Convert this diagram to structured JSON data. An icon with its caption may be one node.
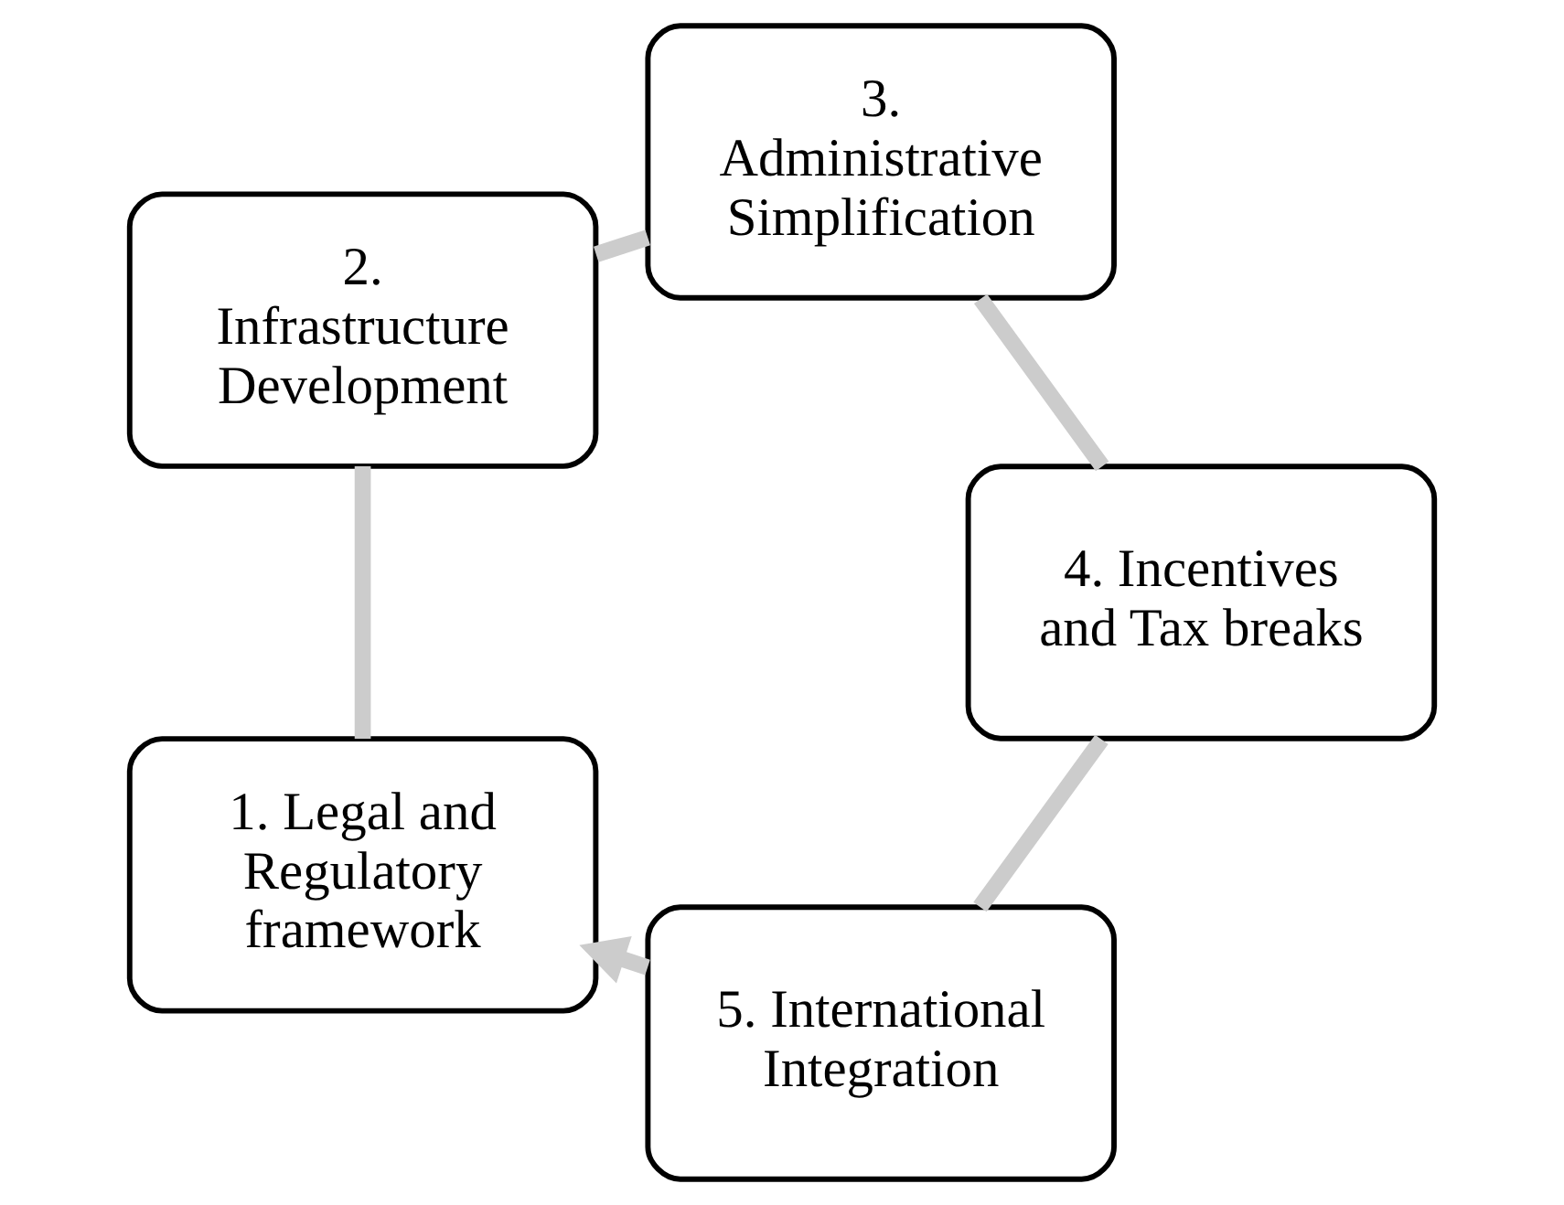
{
  "diagram": {
    "nodes": [
      {
        "text": [
          "1. Legal and Regulatory framework"
        ]
      },
      {
        "text": [
          "2. Infrastructure Development"
        ]
      },
      {
        "text": [
          "3. Administrative Simplification"
        ]
      },
      {
        "text": [
          "4. Incentives and Tax breaks"
        ]
      },
      {
        "text": [
          "5. International Integration"
        ]
      }
    ],
    "edges": [
      {
        "from": 0,
        "to": 1,
        "arrow": "none",
        "color": "#cccccc"
      },
      {
        "from": 1,
        "to": 2,
        "arrow": "none",
        "color": "#cccccc"
      },
      {
        "from": 2,
        "to": 3,
        "arrow": "none",
        "color": "#cccccc"
      },
      {
        "from": 3,
        "to": 4,
        "arrow": "none",
        "color": "#cccccc"
      },
      {
        "from": 4,
        "to": 0,
        "arrow": "to",
        "color": "#cccccc"
      }
    ]
  }
}
